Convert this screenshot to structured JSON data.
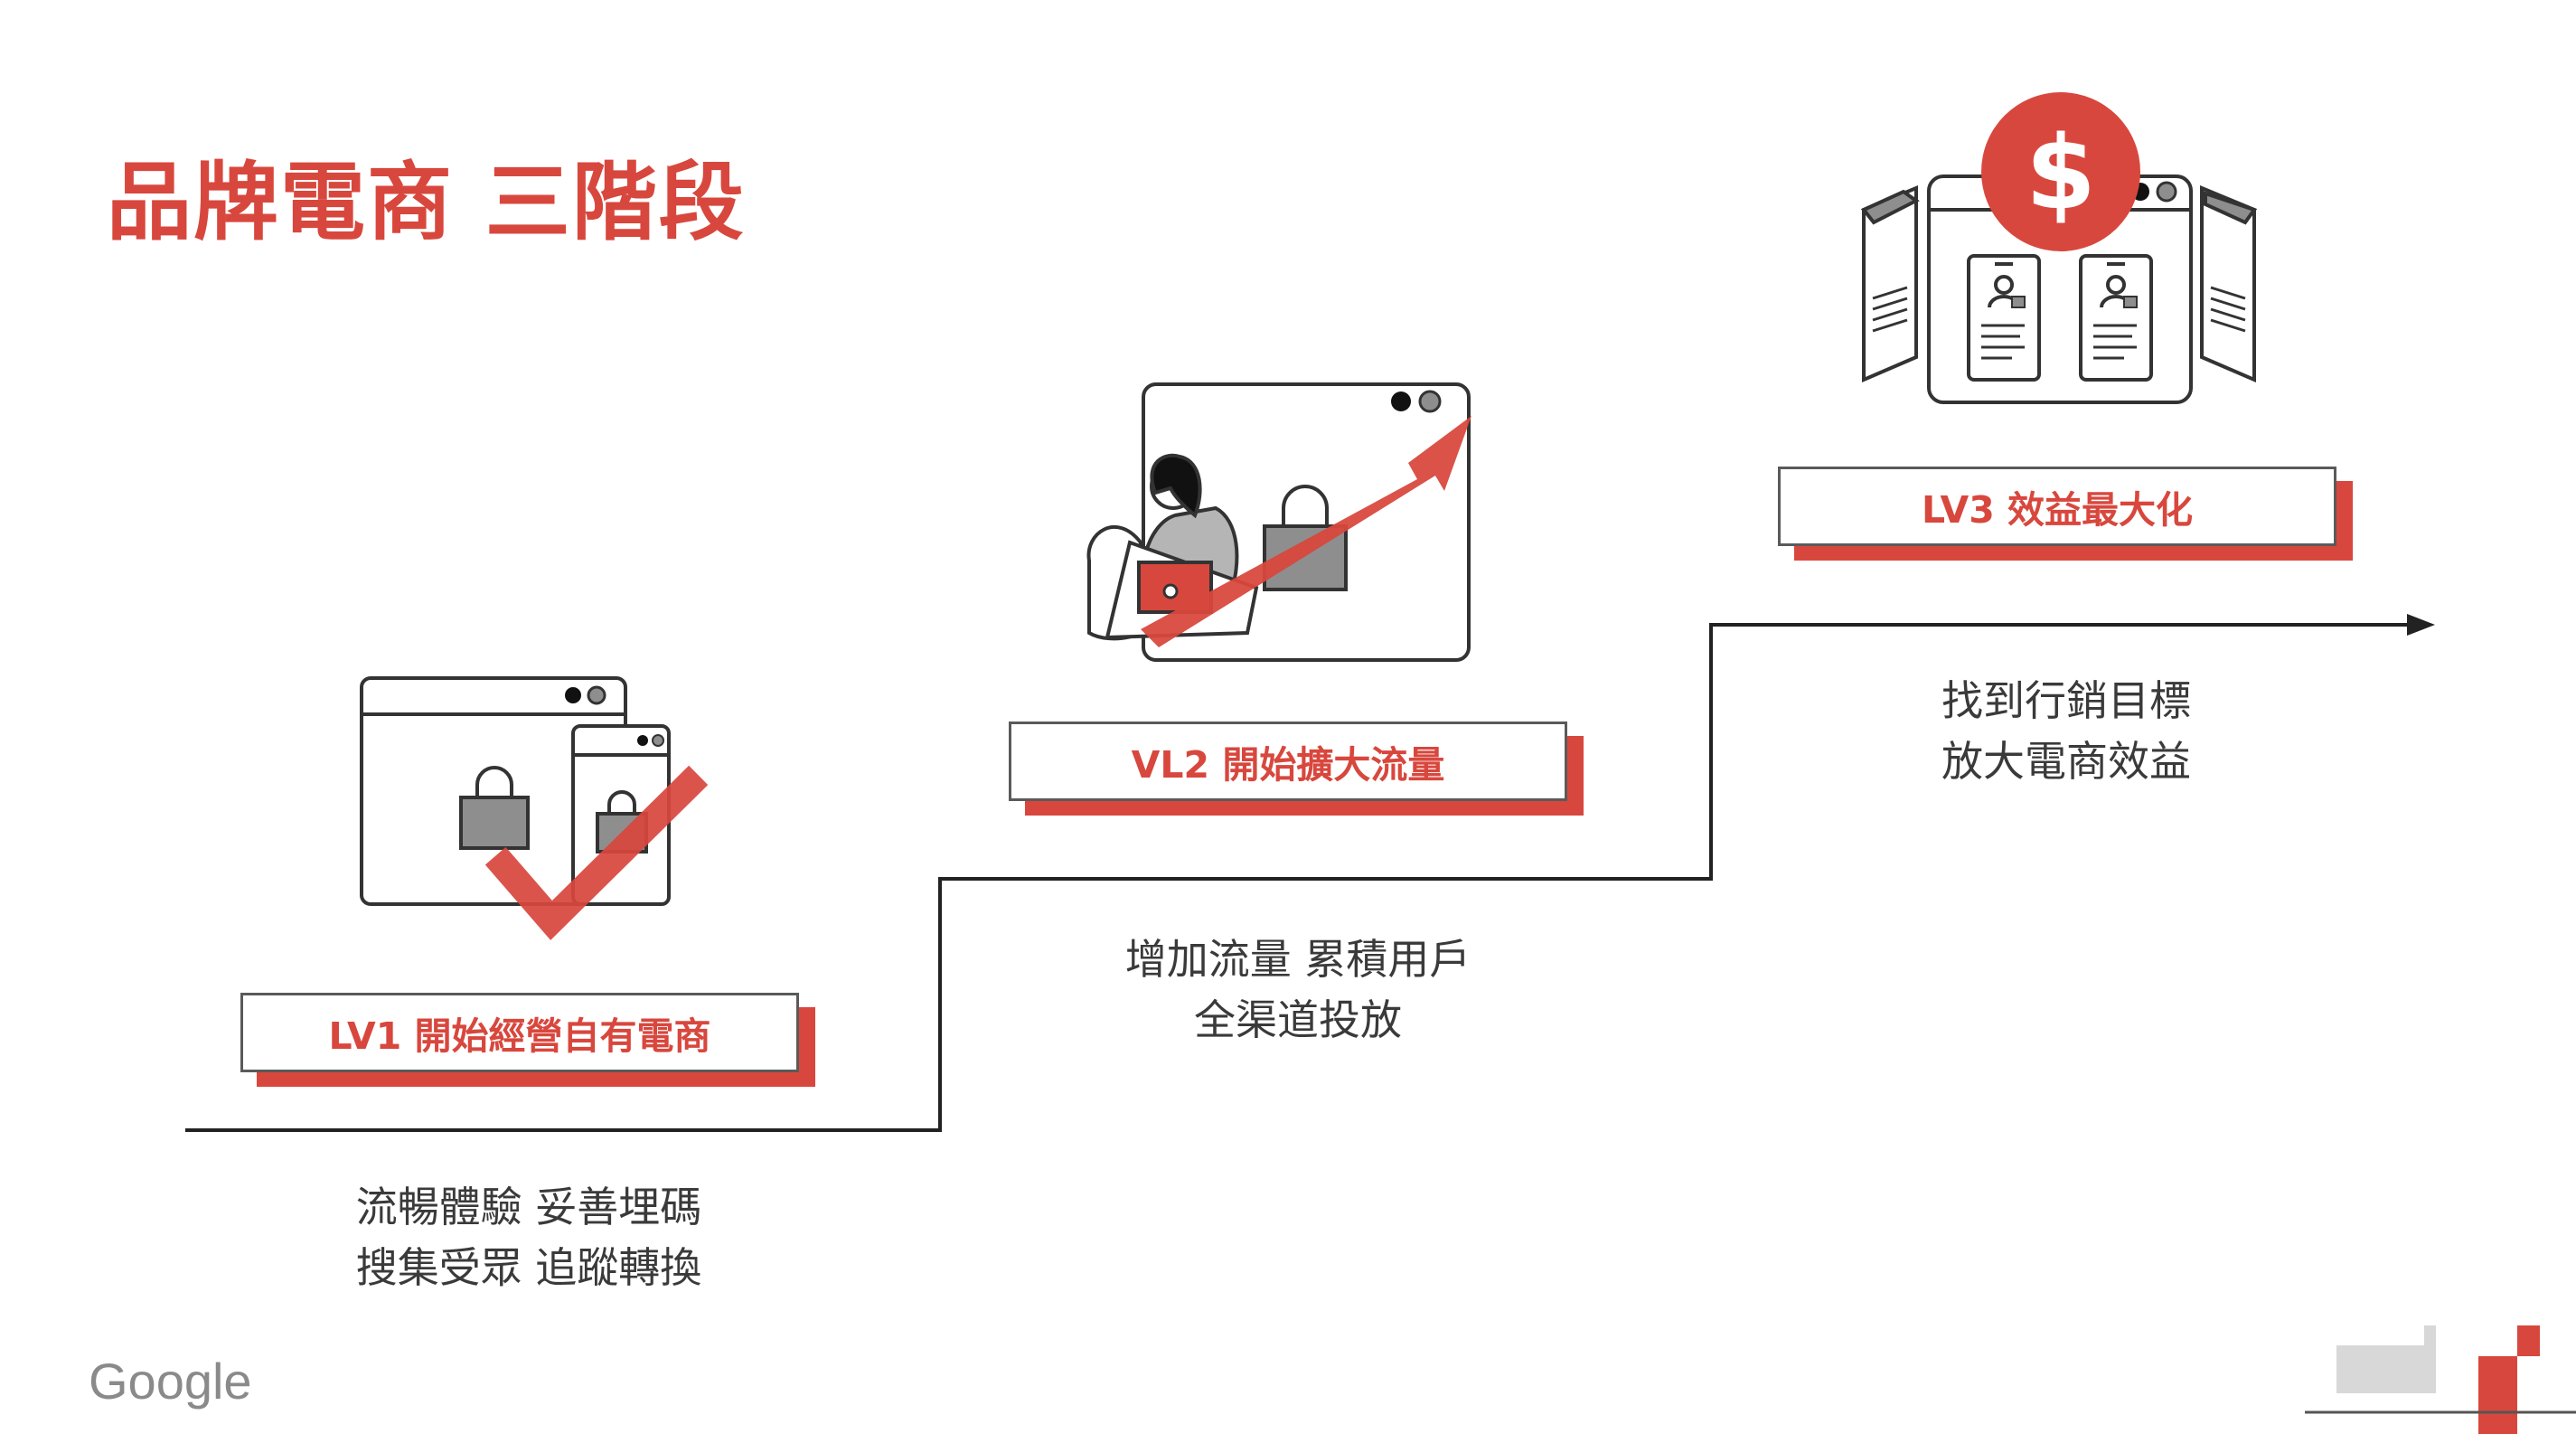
{
  "title": "品牌電商 三階段",
  "stages": [
    {
      "label": "LV1 開始經營自有電商",
      "desc_line1": "流暢體驗 妥善埋碼",
      "desc_line2": "搜集受眾 追蹤轉換",
      "illustration": "browser-phone-shopping-bag-checkmark-icon"
    },
    {
      "label": "VL2 開始擴大流量",
      "desc_line1": "增加流量 累積用戶",
      "desc_line2": "全渠道投放",
      "illustration": "woman-laptop-growth-arrow-icon"
    },
    {
      "label": "LV3  效益最大化",
      "desc_line1": "找到行銷目標",
      "desc_line2": "放大電商效益",
      "illustration": "dollar-coin-user-cards-icon"
    }
  ],
  "footer": {
    "logo": "Google"
  },
  "colors": {
    "accent": "#d8473d",
    "line": "#222222",
    "outline": "#333333",
    "grey_fill": "#8e8e8e"
  }
}
